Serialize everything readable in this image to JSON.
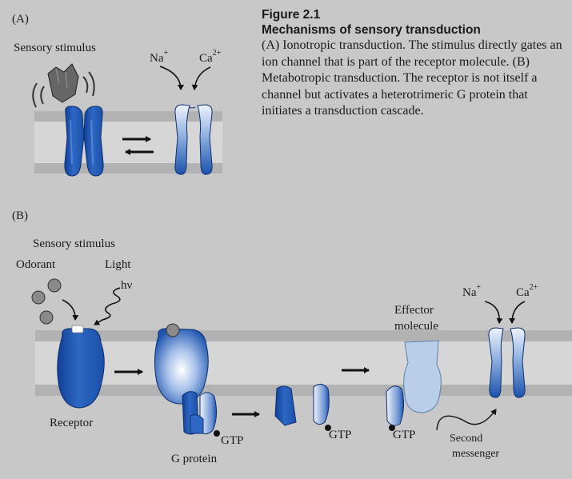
{
  "panel_a": {
    "label": "(A)",
    "stimulus_label": "Sensory stimulus",
    "ion_na": "Na",
    "ion_na_charge": "+",
    "ion_ca": "Ca",
    "ion_ca_charge": "2+"
  },
  "caption": {
    "figure_number": "Figure 2.1",
    "title": "Mechanisms of sensory transduction",
    "body": "(A) Ionotropic transduction. The stimulus directly gates an ion channel that is part of the receptor molecule. (B) Metabotropic transduction. The receptor is not itself a channel but activates a heterotrimeric G protein that initiates a transduction cascade."
  },
  "panel_b": {
    "label": "(B)",
    "stimulus_label": "Sensory stimulus",
    "odorant_label": "Odorant",
    "light_label": "Light",
    "photon_label": "hν",
    "receptor_label": "Receptor",
    "g_protein_label": "G protein",
    "gtp_label_1": "GTP",
    "gtp_label_2": "GTP",
    "gtp_label_3": "GTP",
    "effector_label_line1": "Effector",
    "effector_label_line2": "molecule",
    "second_messenger_line1": "Second",
    "second_messenger_line2": "messenger",
    "ion_na": "Na",
    "ion_na_charge": "+",
    "ion_ca": "Ca",
    "ion_ca_charge": "2+"
  },
  "colors": {
    "background": "#c8c8c8",
    "membrane": "#d4d4d4",
    "membrane_stripe": "#b4b4b4",
    "protein_dark": "#1a4fa8",
    "protein_light": "#e8eef8",
    "effector": "#b9cfe9",
    "odorant": "#8a8a8a"
  }
}
